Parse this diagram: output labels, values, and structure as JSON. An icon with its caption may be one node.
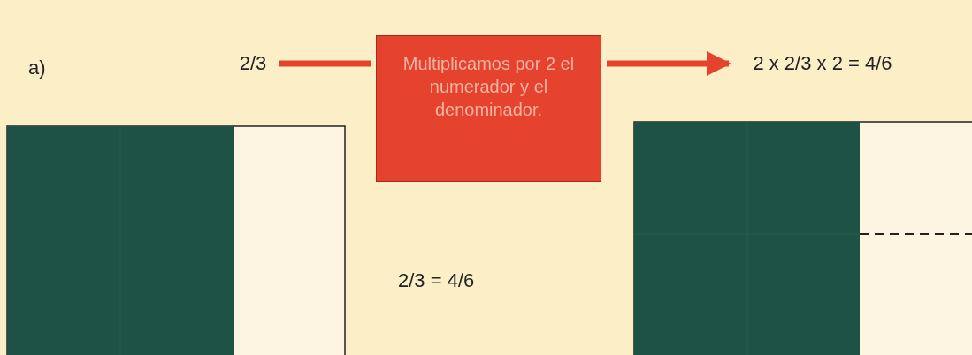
{
  "diagram": {
    "nodes": [
      {
        "text": [
          "2/3"
        ]
      },
      {
        "text": [
          "Multiplicamos por 2 el numerador y el denominador."
        ]
      },
      {
        "text": [
          "2 x 2/3 x 2 = 4/6"
        ]
      }
    ],
    "edges": [
      {
        "from": 0,
        "to": 1,
        "arrow": "none"
      },
      {
        "from": 1,
        "to": 2,
        "arrow": "to"
      }
    ],
    "labels": [
      "a)",
      "2/3 = 4/6"
    ]
  }
}
